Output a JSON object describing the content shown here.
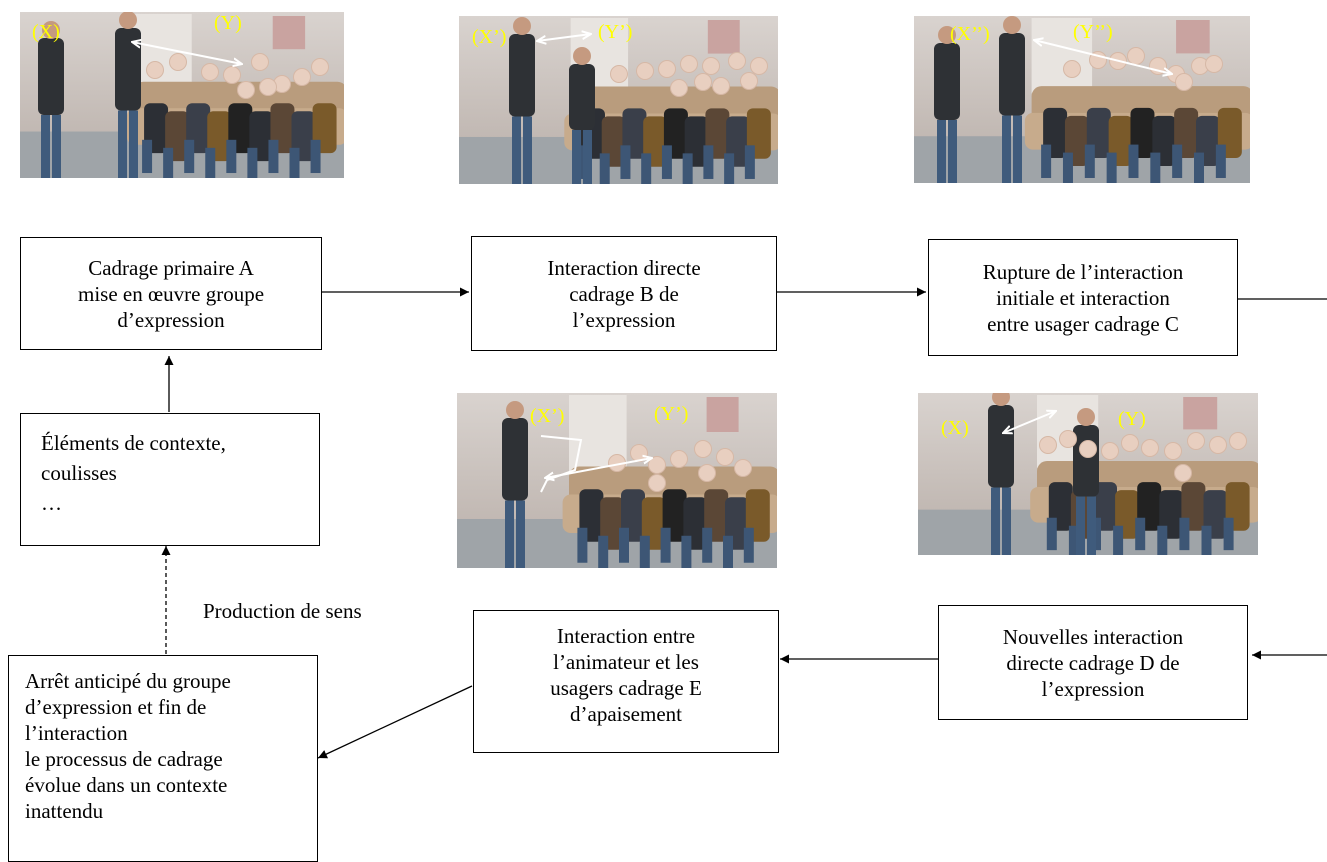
{
  "photos": [
    {
      "id": "photo-1",
      "labels": [
        "(X)",
        "(Y)"
      ]
    },
    {
      "id": "photo-2",
      "labels": [
        "(X’)",
        "(Y’)"
      ]
    },
    {
      "id": "photo-3",
      "labels": [
        "(X’’)",
        "(Y’’)"
      ]
    },
    {
      "id": "photo-4",
      "labels": [
        "(X’)",
        "(Y’)"
      ]
    },
    {
      "id": "photo-5",
      "labels": [
        "(X)",
        "(Y)"
      ]
    }
  ],
  "boxes": {
    "cadrage_a": [
      "Cadrage primaire A",
      "mise en œuvre groupe",
      "d’expression"
    ],
    "cadrage_b": [
      "Interaction directe",
      "cadrage B de",
      "l’expression"
    ],
    "cadrage_c": [
      "Rupture de l’interaction",
      "initiale et interaction",
      "entre usager cadrage C"
    ],
    "contexte": [
      "Éléments de contexte,",
      "coulisses",
      "…"
    ],
    "cadrage_d": [
      "Nouvelles interaction",
      "directe cadrage D de",
      "l’expression"
    ],
    "cadrage_e": [
      "Interaction entre",
      "l’animateur et les",
      "usagers cadrage E",
      "d’apaisement"
    ],
    "arret": [
      "Arrêt anticipé du groupe",
      "d’expression et fin de",
      "l’interaction",
      "le processus de cadrage",
      "évolue dans un contexte",
      "inattendu"
    ]
  },
  "label_production": "Production de sens",
  "colors": {
    "label": "#ffff00",
    "arrow": "#000000",
    "photo_arrow": "#ffffff"
  }
}
